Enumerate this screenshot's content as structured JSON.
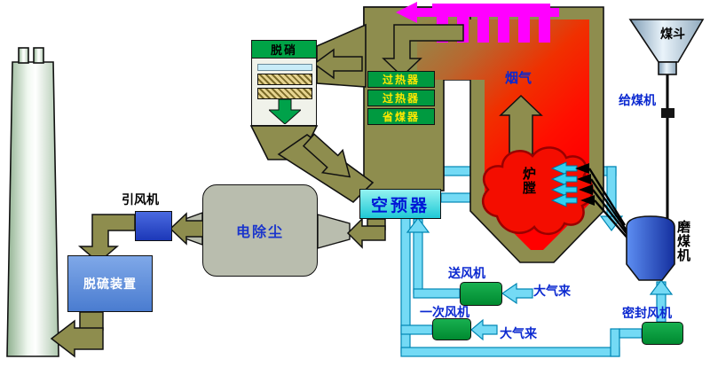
{
  "labels": {
    "scr": "脱硝",
    "superheater_1": "过热器",
    "superheater_2": "过热器",
    "economizer": "省煤器",
    "flue_gas": "烟气",
    "furnace": "炉\n膛",
    "coal_hopper": "煤斗",
    "coal_feeder": "给煤机",
    "air_preheater": "空预器",
    "induced_draft_fan": "引风机",
    "esp": "电除尘",
    "desulfurization": "脱硫装置",
    "coal_mill": "磨\n煤\n机",
    "forced_draft_fan": "送风机",
    "primary_air_fan": "一次风机",
    "seal_fan": "密封风机",
    "air_inlet_1": "大气来",
    "air_inlet_2": "大气来"
  },
  "colors": {
    "flue_duct_khaki": "#8e8d4e",
    "furnace_red": "#ff0f00",
    "platen_magenta": "#ff00ff",
    "air_pipe_cyan": "#74daf5",
    "equipment_green": "#009a40",
    "equipment_label_yellow": "#ffe800",
    "fan_green": "#00a33e",
    "mill_blue": "#2a52c8",
    "label_blue": "#0a28d0",
    "air_preheater_cyan": "#1fc9d6"
  }
}
